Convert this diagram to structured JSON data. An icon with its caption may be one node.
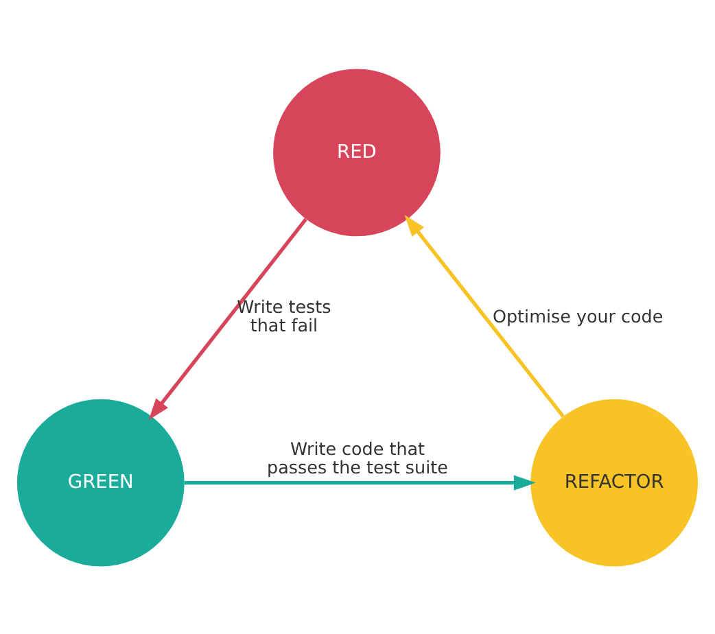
{
  "diagram": {
    "nodes": [
      {
        "text": [
          "RED"
        ]
      },
      {
        "text": [
          "GREEN"
        ]
      },
      {
        "text": [
          "REFACTOR"
        ]
      }
    ],
    "edges": [
      {
        "from": 0,
        "to": 1,
        "arrow": "to",
        "label": "Write tests that fail",
        "color": "#d6455a"
      },
      {
        "from": 1,
        "to": 2,
        "arrow": "to",
        "label": "Write code that passes the test suite",
        "color": "#1aab9b"
      },
      {
        "from": 2,
        "to": 0,
        "arrow": "to",
        "label": "Optimise your code",
        "color": "#f7c325"
      }
    ]
  }
}
